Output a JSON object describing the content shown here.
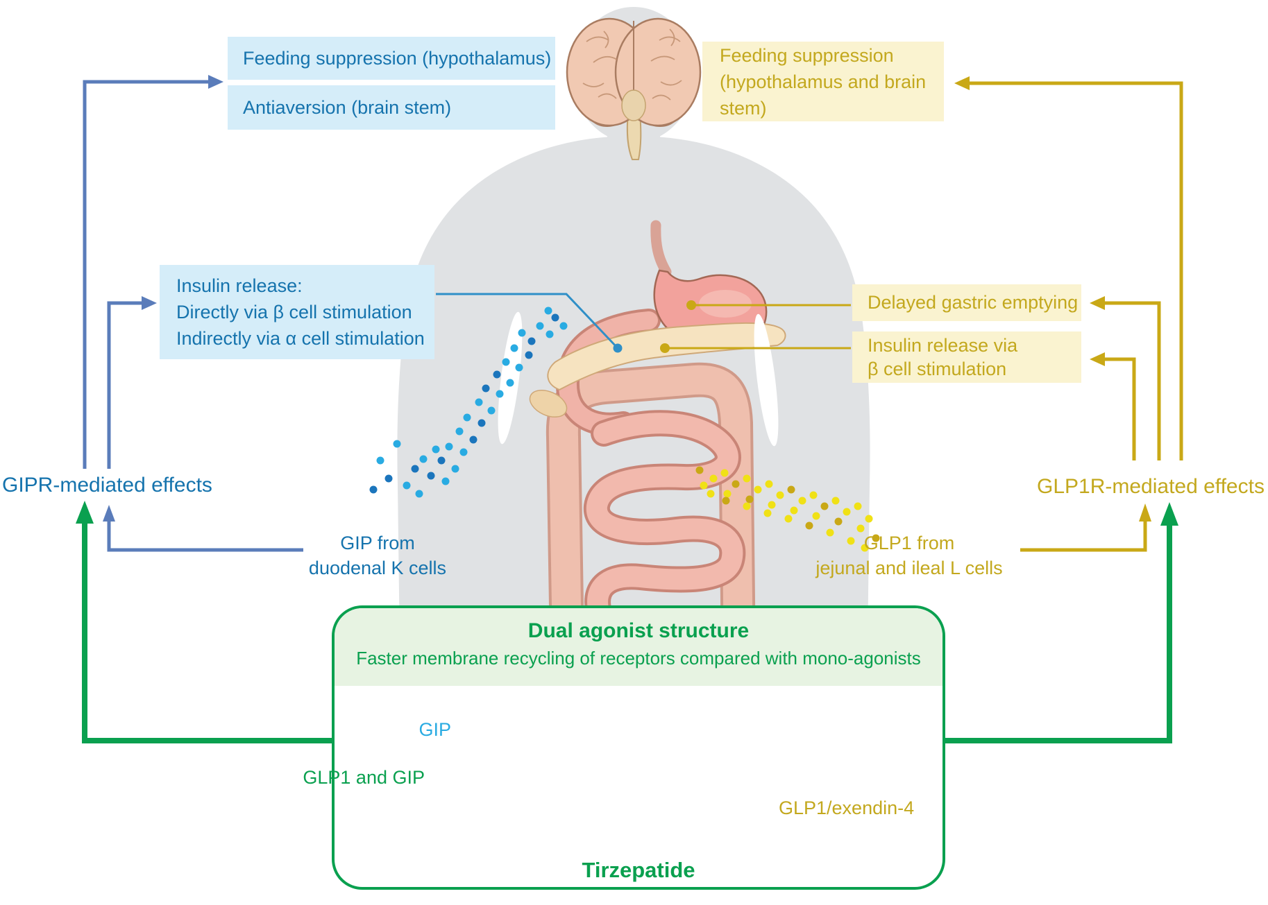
{
  "colors": {
    "blue_text": "#1573ad",
    "blue_box_bg": "#d5edf9",
    "slate_arrow": "#5a7cba",
    "leader_blue": "#2f8fc7",
    "cyan": "#29abe2",
    "blue_dot_dark": "#1b75bc",
    "gold_text": "#c3a81e",
    "gold": "#c9a816",
    "yellow_box_bg": "#faf3d0",
    "yellow_dot": "#f0e116",
    "green": "#0aa04f",
    "green_dark_bead": "#0f9748",
    "chain_green": "#2aa648",
    "pale_green": "#e7f3e2",
    "pale_yellow_seg": "#f3e49c",
    "pale_yellow_tail": "#f5eeb6",
    "chain_lightblue": "#bee3f7",
    "chain_gray": "#d4d5d7",
    "bead_gray": "#e6e7e9",
    "body_gray": "#e0e2e4"
  },
  "left": {
    "box_feeding": "Feeding suppression (hypothalamus)",
    "box_antiaversion": "Antiaversion (brain stem)",
    "insulin_title": "Insulin release:",
    "insulin_line2": "Directly via β cell stimulation",
    "insulin_line3": "Indirectly via α cell stimulation",
    "gipr_label": "GIPR-mediated effects",
    "gip_source_line1": "GIP from",
    "gip_source_line2": "duodenal K cells"
  },
  "right": {
    "box_feeding_line1": "Feeding suppression",
    "box_feeding_line2": "(hypothalamus and brain stem)",
    "box_delayed": "Delayed gastric emptying",
    "box_insulin_line1": "Insulin release via",
    "box_insulin_line2": "β cell stimulation",
    "glp1r_label": "GLP1R-mediated effects",
    "glp1_source_line1": "GLP1 from",
    "glp1_source_line2": "jejunal and ileal L cells"
  },
  "bottom_panel": {
    "title": "Dual agonist structure",
    "subtitle": "Faster membrane recycling of receptors compared with mono-agonists",
    "label_gip": "GIP",
    "label_glp1_gip": "GLP1 and GIP",
    "label_exendin": "GLP1/exendin-4",
    "drug_name": "Tirzepatide"
  }
}
